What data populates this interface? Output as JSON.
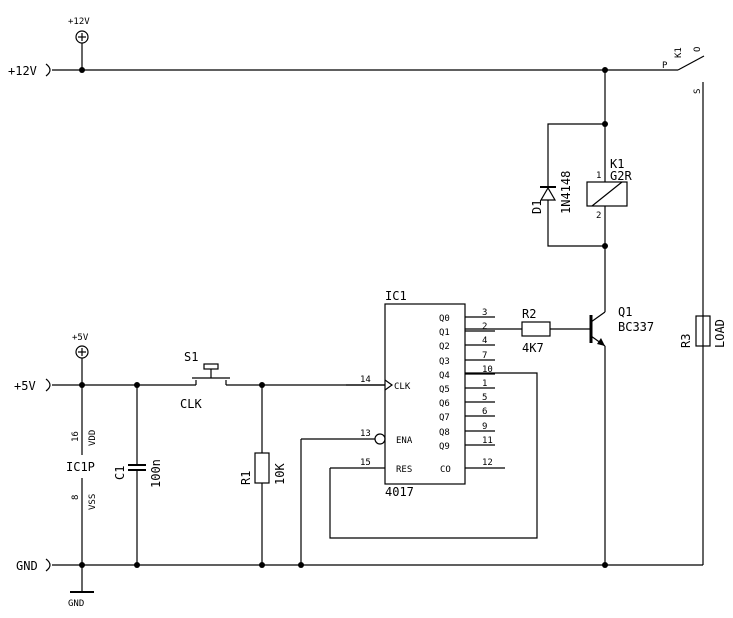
{
  "schematic": {
    "rails": {
      "p12_label": "+12V",
      "p5_label": "+5V",
      "gnd_label": "GND"
    },
    "power_symbols": {
      "p12": "+12V",
      "p5": "+5V",
      "gnd": "GND"
    },
    "ic1": {
      "ref": "IC1",
      "part": "4017",
      "outputs": [
        {
          "name": "Q0",
          "pin": "3"
        },
        {
          "name": "Q1",
          "pin": "2"
        },
        {
          "name": "Q2",
          "pin": "4"
        },
        {
          "name": "Q3",
          "pin": "7"
        },
        {
          "name": "Q4",
          "pin": "10"
        },
        {
          "name": "Q5",
          "pin": "1"
        },
        {
          "name": "Q6",
          "pin": "5"
        },
        {
          "name": "Q7",
          "pin": "6"
        },
        {
          "name": "Q8",
          "pin": "9"
        },
        {
          "name": "Q9",
          "pin": "11"
        }
      ],
      "co": {
        "name": "CO",
        "pin": "12"
      },
      "clk": {
        "name": "CLK",
        "pin": "14"
      },
      "ena": {
        "name": "ENA",
        "pin": "13"
      },
      "res": {
        "name": "RES",
        "pin": "15"
      }
    },
    "ic1p": {
      "ref": "IC1P",
      "vdd_pin": "16",
      "vdd_label": "VDD",
      "vss_pin": "8",
      "vss_label": "VSS"
    },
    "s1": {
      "ref": "S1",
      "value": "CLK"
    },
    "c1": {
      "ref": "C1",
      "value": "100n"
    },
    "r1": {
      "ref": "R1",
      "value": "10K"
    },
    "r2": {
      "ref": "R2",
      "value": "4K7"
    },
    "r3": {
      "ref": "R3",
      "value": "LOAD"
    },
    "q1": {
      "ref": "Q1",
      "value": "BC337"
    },
    "d1": {
      "ref": "D1",
      "value": "1N4148"
    },
    "k1_coil": {
      "ref": "K1",
      "value": "G2R",
      "pin1": "1",
      "pin2": "2"
    },
    "k1_contact": {
      "ref": "K1",
      "p": "P",
      "o": "O",
      "s": "S"
    }
  }
}
